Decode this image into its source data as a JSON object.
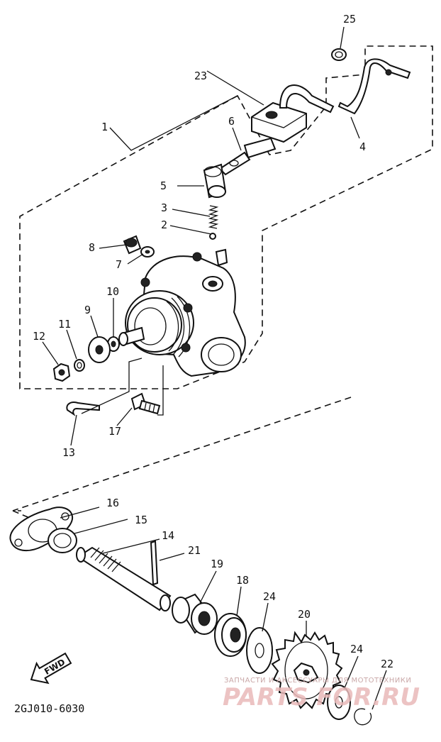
{
  "diagram": {
    "part_code": "2GJ010-6030",
    "fwd_label": "FWD",
    "labels": {
      "l1": "1",
      "l2": "2",
      "l3": "3",
      "l4": "4",
      "l5": "5",
      "l6": "6",
      "l7": "7",
      "l8": "8",
      "l9": "9",
      "l10": "10",
      "l11": "11",
      "l12": "12",
      "l13": "13",
      "l14": "14",
      "l15": "15",
      "l16": "16",
      "l17": "17",
      "l18": "18",
      "l19": "19",
      "l20": "20",
      "l21": "21",
      "l22": "22",
      "l23": "23",
      "l24a": "24",
      "l24b": "24",
      "l25": "25"
    }
  },
  "watermark": {
    "tagline": "ЗАПЧАСТИ И АКСЕССУАРЫ ДЛЯ МОТОТЕХНИКИ",
    "brand": "PARTS FOR.RU",
    "color": "#e9b9b9"
  }
}
